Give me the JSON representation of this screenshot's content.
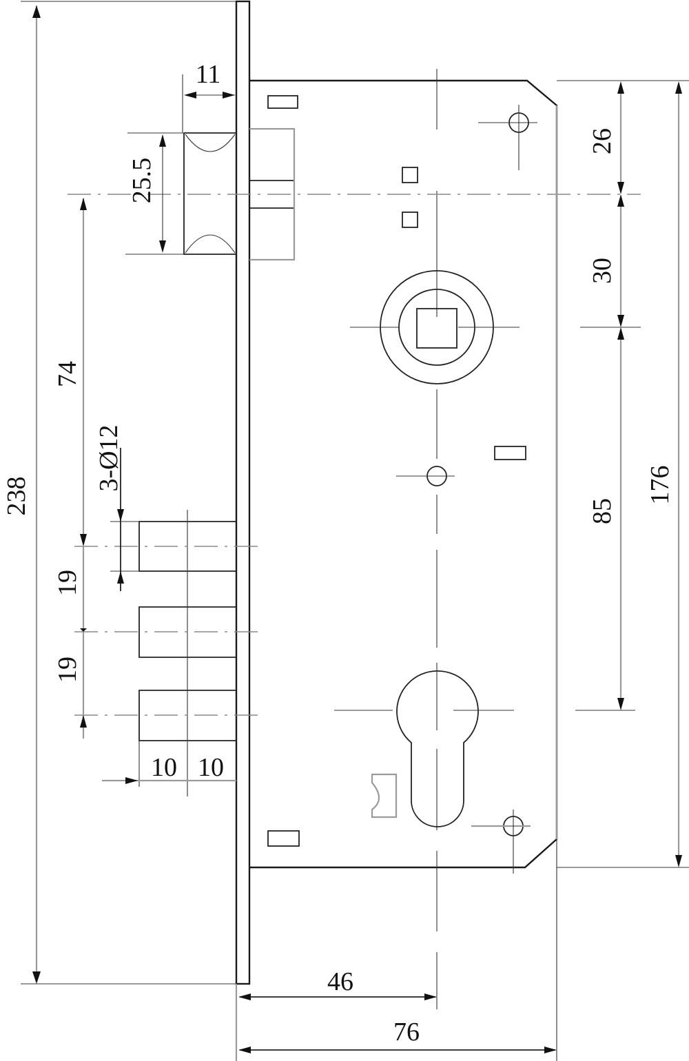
{
  "drawing": {
    "subject": "Mortise lock body",
    "units": "mm",
    "line_color": "#1a1a1a",
    "dimension_line_color": "#9a9a9a",
    "background": "#ffffff"
  },
  "dimensions": {
    "overall_height": "238",
    "body_height": "176",
    "latch_width": "11",
    "latch_height": "25.5",
    "latch_to_spindle": "26",
    "spindle_to_handle_axis": "30",
    "spindle_to_cylinder": "85",
    "latch_to_bolt": "74",
    "bolt_pitch_1": "19",
    "bolt_pitch_2": "19",
    "bolt_spec": "3-Ø12",
    "bolt_offset_1": "10",
    "bolt_offset_2": "10",
    "backset": "46",
    "body_depth": "76"
  },
  "components": [
    {
      "name": "faceplate",
      "icon": "faceplate"
    },
    {
      "name": "latch-bolt",
      "icon": "latch"
    },
    {
      "name": "dead-bolts",
      "count": 3,
      "icon": "bolt"
    },
    {
      "name": "spindle-hub",
      "icon": "square-in-circles"
    },
    {
      "name": "euro-cylinder-cutout",
      "icon": "keyhole"
    },
    {
      "name": "mounting-holes",
      "count": 3,
      "icon": "circle-crosshair"
    }
  ]
}
